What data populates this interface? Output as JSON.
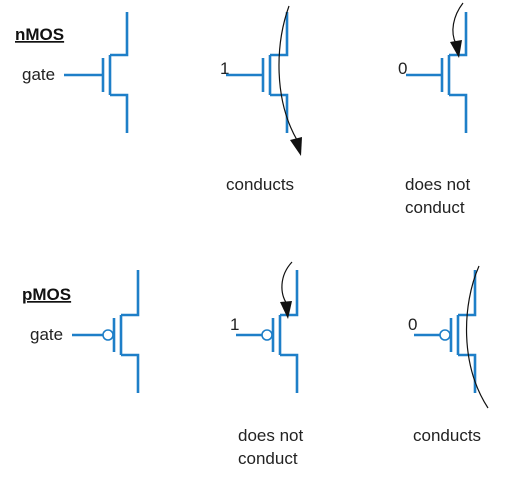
{
  "nmos": {
    "title": "nMOS",
    "gate_label": "gate",
    "on_input": "1",
    "on_caption": "conducts",
    "off_input": "0",
    "off_caption_line1": "does not",
    "off_caption_line2": "conduct"
  },
  "pmos": {
    "title": "pMOS",
    "gate_label": "gate",
    "off_input": "1",
    "off_caption_line1": "does not",
    "off_caption_line2": "conduct",
    "on_input": "0",
    "on_caption": "conducts"
  },
  "colors": {
    "transistor": "#1e7fc8",
    "arrow": "#111111",
    "text": "#222222"
  }
}
